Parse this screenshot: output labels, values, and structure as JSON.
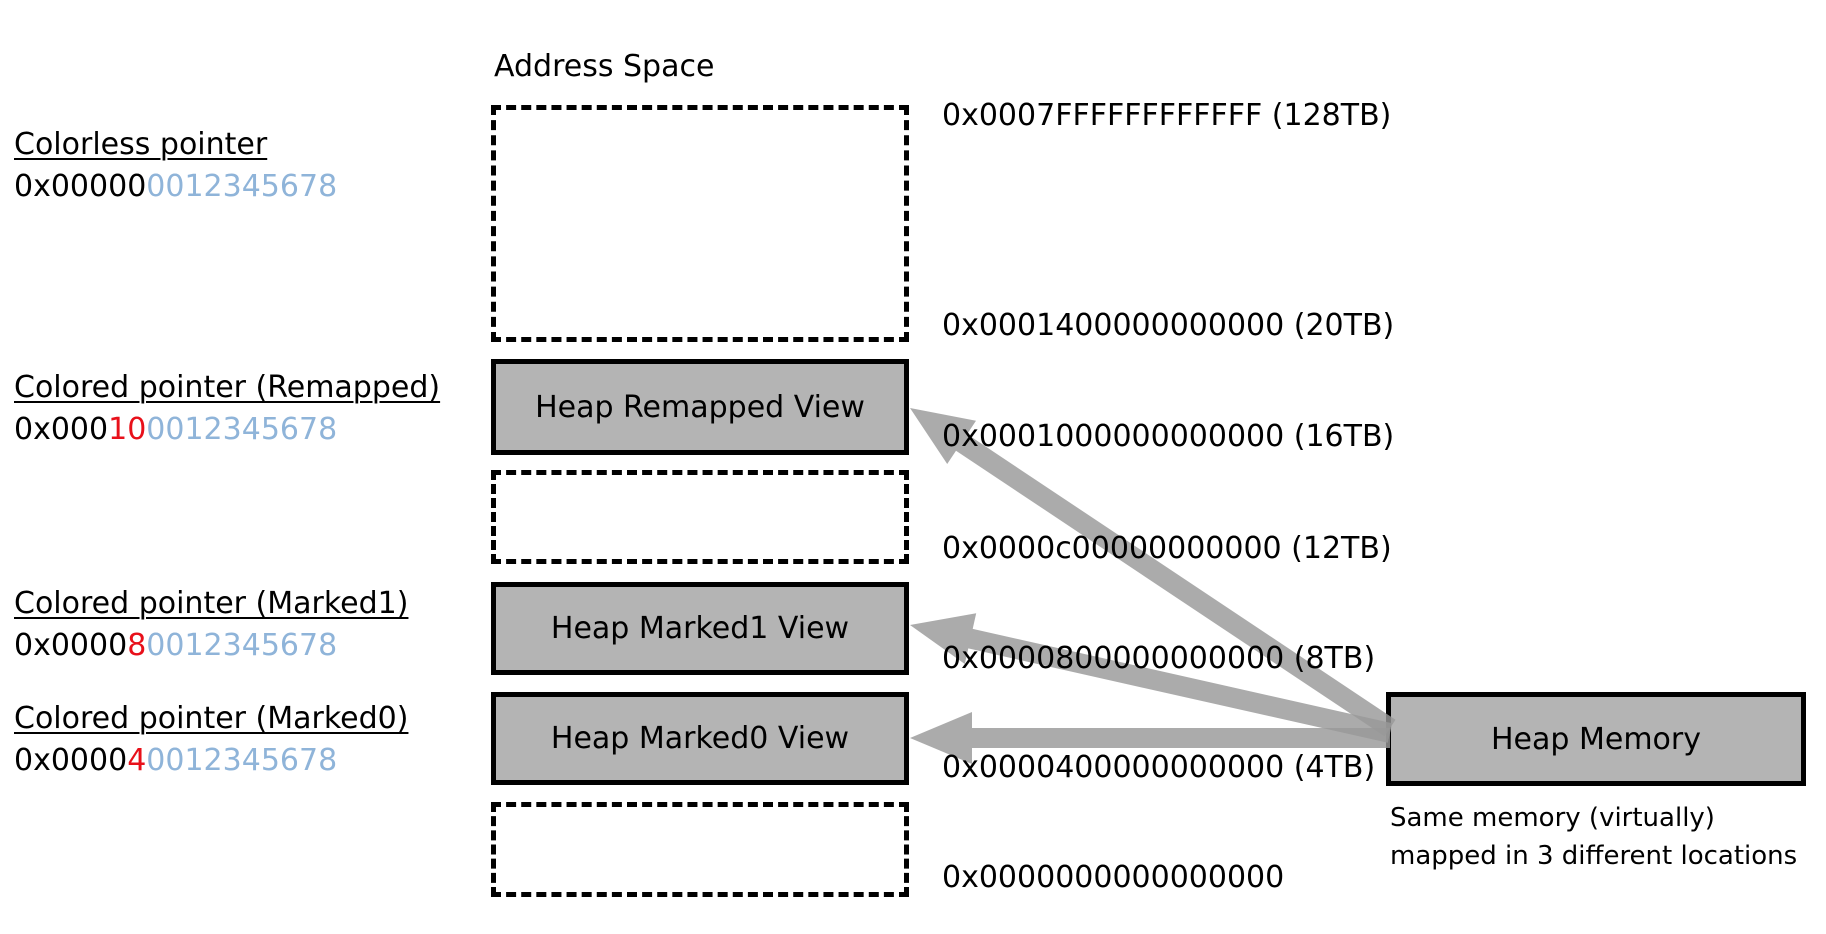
{
  "address_space_title": "Address Space",
  "pointers": [
    {
      "label": "Colorless pointer",
      "prefix": "0x00000",
      "color_bits": "",
      "suffix": "0012345678"
    },
    {
      "label": "Colored pointer (Remapped)",
      "prefix": "0x000",
      "color_bits": "10",
      "suffix": "0012345678"
    },
    {
      "label": "Colored pointer (Marked1)",
      "prefix": "0x0000",
      "color_bits": "8",
      "suffix": "0012345678"
    },
    {
      "label": "Colored pointer (Marked0)",
      "prefix": "0x0000",
      "color_bits": "4",
      "suffix": "0012345678"
    }
  ],
  "views": {
    "remapped": "Heap Remapped View",
    "marked1": "Heap Marked1 View",
    "marked0": "Heap Marked0 View"
  },
  "addresses": [
    "0x0007FFFFFFFFFFFF (128TB)",
    "0x0001400000000000 (20TB)",
    "0x0001000000000000 (16TB)",
    "0x0000c00000000000 (12TB)",
    "0x0000800000000000 (8TB)",
    "0x0000400000000000 (4TB)",
    "0x0000000000000000"
  ],
  "heap_memory": {
    "label": "Heap Memory",
    "note_line1": "Same memory (virtually)",
    "note_line2": "mapped in 3 different locations"
  },
  "colors": {
    "address_bits": "#8fb4d9",
    "color_bits": "#e8101a",
    "box_fill": "#b4b4b4",
    "arrow": "#999999"
  }
}
